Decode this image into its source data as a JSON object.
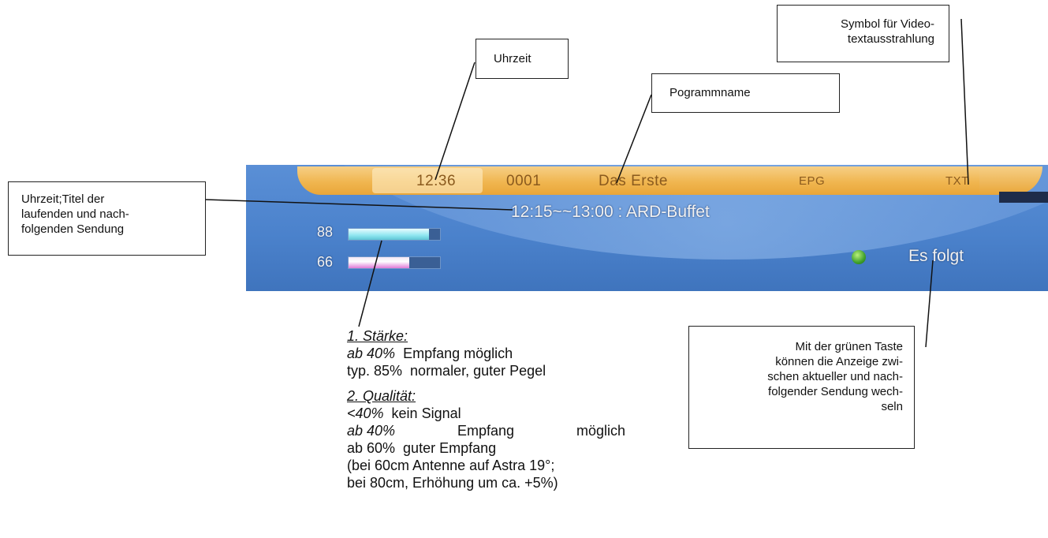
{
  "callouts": {
    "uhrzeit": "Uhrzeit",
    "programmname": "Pogrammname",
    "videotext": [
      "Symbol für Video-",
      "textausstrahlung"
    ],
    "titel": [
      "Uhrzeit;Titel der",
      "laufenden und nach-",
      "folgenden Sendung"
    ],
    "gruene_taste": [
      "Mit der grünen Taste",
      "können die Anzeige zwi-",
      "schen aktueller und nach-",
      "folgender Sendung wech-",
      "seln"
    ]
  },
  "osd": {
    "time": "12:36",
    "channel_number": "0001",
    "channel_name": "Das Erste",
    "epg_label": "EPG",
    "txt_label": "TXT",
    "program_line": "12:15~~13:00  :  ARD-Buffet",
    "next_label": "Es folgt",
    "signal_strength": {
      "label": "88",
      "fraction": 0.88,
      "color": "#8fe6f0"
    },
    "signal_quality": {
      "label": "66",
      "fraction": 0.66,
      "color": "#e07ad8"
    },
    "green_button_color": "#3fa02b"
  },
  "notes": {
    "staerke_heading": "1. Stärke:",
    "staerke_line1_a": "ab 40%",
    "staerke_line1_b": "  Empfang möglich",
    "staerke_line2": "typ. 85%  normaler, guter Pegel",
    "qualitaet_heading": "2. Qualität:",
    "qual_line1_a": "<40%",
    "qual_line1_b": "  kein Signal",
    "qual_line2_a": "ab 40%",
    "qual_line2_b": "Empfang",
    "qual_line2_c": "möglich",
    "qual_line3": "ab 60%  guter Empfang",
    "qual_line4": "(bei 60cm Antenne auf Astra 19°;",
    "qual_line5": "bei 80cm, Erhöhung um ca. +5%)"
  }
}
